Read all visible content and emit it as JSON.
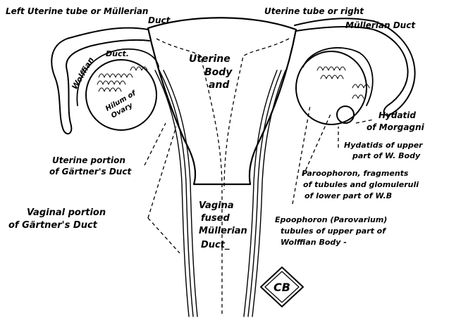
{
  "labels": {
    "left_tube_1": "Left Uterine tube or Müllerian",
    "left_tube_2": "Duct",
    "right_tube_1": "Uterine tube or right",
    "right_tube_2": "Müllerian Duct",
    "uterine_1": "Uterine",
    "uterine_2": "Body",
    "uterine_3": "and",
    "wolffian_duct_1": "Wolffian",
    "wolffian_duct_2": "Duct.",
    "hilum_1": "Hilum of",
    "hilum_2": "Ovary",
    "hydatid_1": "Hydatid",
    "hydatid_2": "of Morgagni",
    "hydatids_upper_1": "Hydatids of upper",
    "hydatids_upper_2": "part of W. Body",
    "paroophoron_1": "Paroophoron, fragments",
    "paroophoron_2": "of tubules and glomuleruli",
    "paroophoron_3": "of lower part of W.B",
    "epoophoron_1": "Epoophoron (Parovarium)",
    "epoophoron_2": "tubules of upper part of",
    "epoophoron_3": "Wolffian Body -",
    "uterine_gartner_1": "Uterine portion",
    "uterine_gartner_2": "of Gärtner's Duct",
    "vaginal_gartner_1": "Vaginal portion",
    "vaginal_gartner_2": "of Gärtner's Duct",
    "vagina_1": "Vagina",
    "vagina_2": "fused",
    "vagina_3": "Müllerian",
    "vagina_4": "Duct_",
    "monogram": "CB"
  },
  "colors": {
    "ink": "#000000",
    "paper": "#ffffff"
  }
}
